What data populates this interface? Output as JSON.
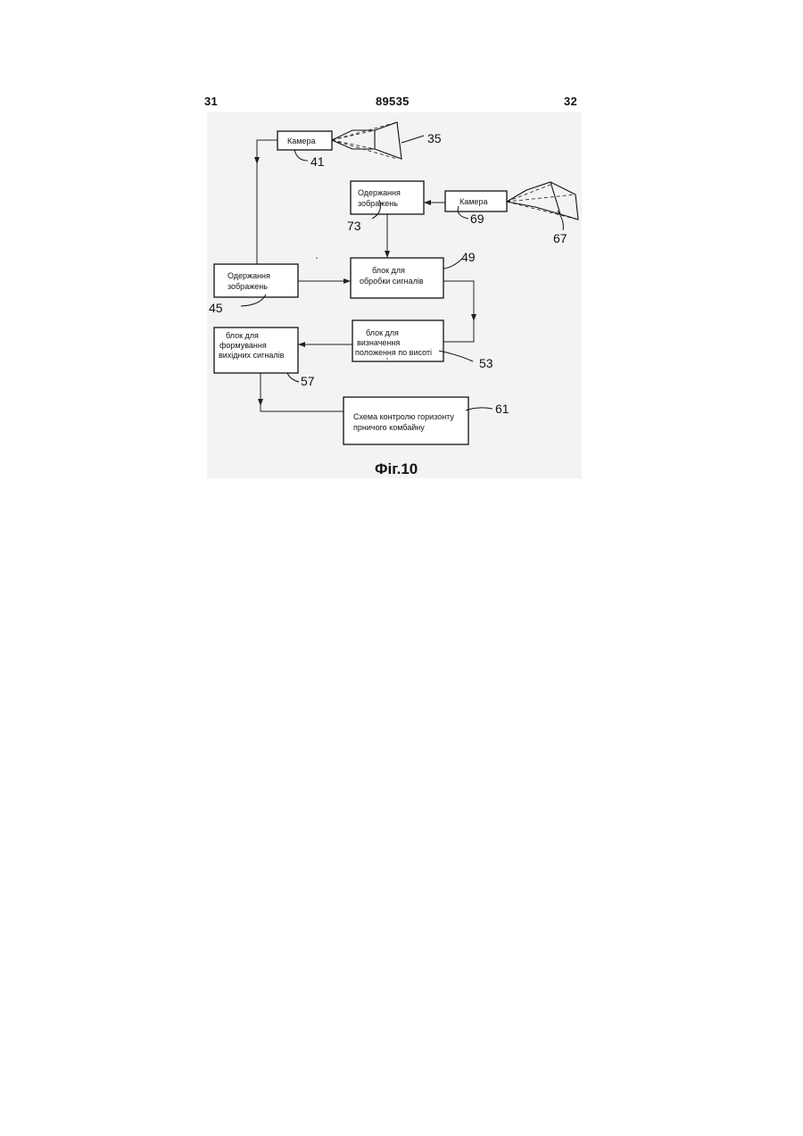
{
  "header": {
    "page_left": "31",
    "patent_number": "89535",
    "page_right": "32"
  },
  "diagram": {
    "boxes": [
      {
        "id": "camera-41",
        "lines": [
          "Камера"
        ]
      },
      {
        "id": "image-acquisition-73",
        "lines": [
          "Одержання",
          "зображень"
        ]
      },
      {
        "id": "camera-69",
        "lines": [
          "Камера"
        ]
      },
      {
        "id": "image-acquisition-45",
        "lines": [
          "Одержання",
          "зображень"
        ]
      },
      {
        "id": "signal-processing-49",
        "lines": [
          "блок для",
          "обробки сигналів"
        ]
      },
      {
        "id": "height-determination-53",
        "lines": [
          "блок для",
          "визначення",
          "положення по висоті"
        ]
      },
      {
        "id": "output-forming-57",
        "lines": [
          "блок для",
          "формування",
          "вихідних сигналів"
        ]
      },
      {
        "id": "horizon-control-61",
        "lines": [
          "Схема контролю горизонту",
          "прничого комбайну"
        ]
      }
    ],
    "reference_numbers": [
      "35",
      "41",
      "73",
      "69",
      "67",
      "49",
      "45",
      "53",
      "57",
      "61"
    ],
    "caption": "Фіг.10"
  }
}
